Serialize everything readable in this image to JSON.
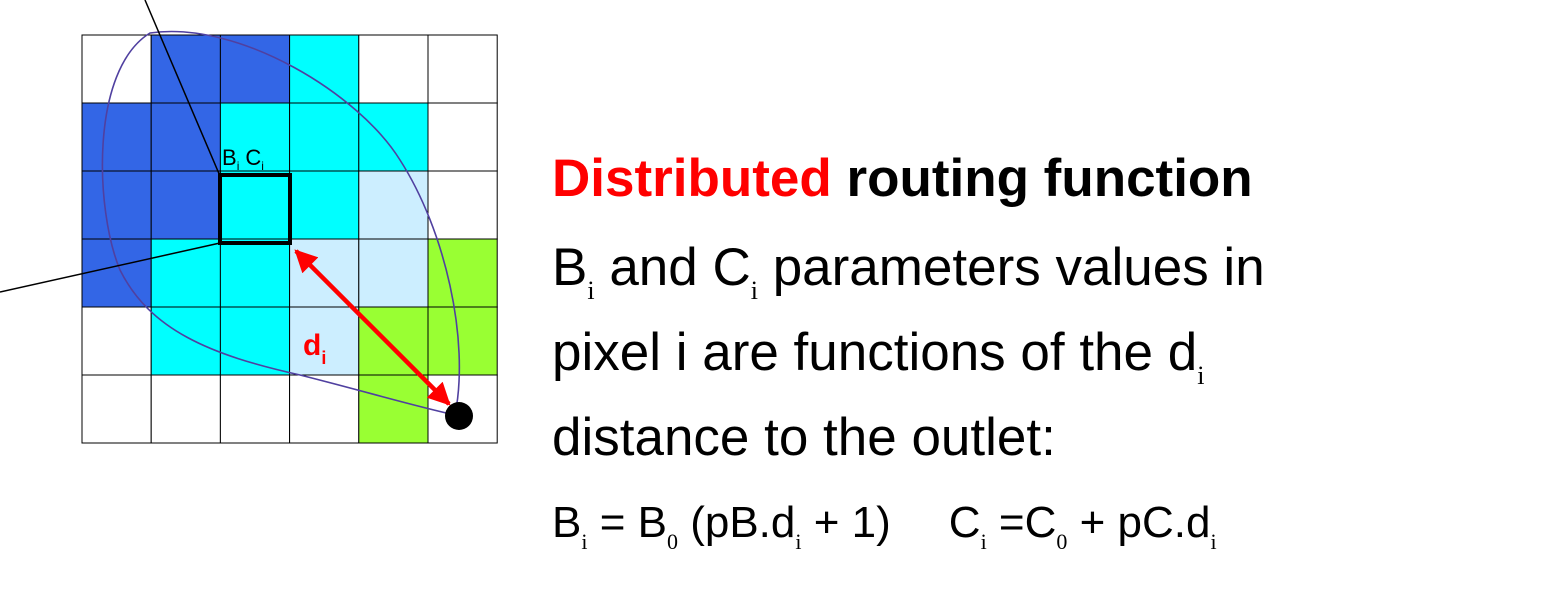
{
  "colors": {
    "dark_blue": "#3366e6",
    "cyan": "#00ffff",
    "light_blue": "#cceeff",
    "green": "#99ff33",
    "white": "#ffffff",
    "red": "#ff0000",
    "black": "#000000"
  },
  "grid": {
    "rows": 6,
    "cols": 6,
    "cells": [
      [
        "white",
        "dark_blue",
        "dark_blue",
        "cyan",
        "white",
        "white"
      ],
      [
        "dark_blue",
        "dark_blue",
        "cyan",
        "cyan",
        "cyan",
        "white"
      ],
      [
        "dark_blue",
        "dark_blue",
        "cyan",
        "cyan",
        "light_blue",
        "white"
      ],
      [
        "dark_blue",
        "cyan",
        "cyan",
        "light_blue",
        "light_blue",
        "green"
      ],
      [
        "white",
        "cyan",
        "cyan",
        "light_blue",
        "green",
        "green"
      ],
      [
        "white",
        "white",
        "white",
        "white",
        "green",
        "white"
      ]
    ],
    "highlight_cell": {
      "row": 2,
      "col": 2
    }
  },
  "cell_label": {
    "b": "B",
    "b_sub": "i",
    "c": "C",
    "c_sub": "i"
  },
  "distance_label": {
    "d": "d",
    "sub": "i"
  },
  "text": {
    "title_red": "Distributed",
    "title_rest": " routing function",
    "line2": {
      "b": "B",
      "b_sub": "i",
      "mid": " and C",
      "c_sub": "i",
      "rest": " parameters values in"
    },
    "line3": {
      "main": "pixel i are functions of the d",
      "sub": "i"
    },
    "line4": "distance to the outlet:",
    "formula_b": {
      "lhs": "B",
      "lhs_sub": "i",
      "eq": " = B",
      "b0_sub": "0",
      "mid": " (pB.d",
      "d_sub": "i",
      "end": " + 1)"
    },
    "formula_c": {
      "lhs": "C",
      "lhs_sub": "i",
      "eq": " =C",
      "c0_sub": "0",
      "mid": " + pC.d",
      "d_sub": "i"
    }
  }
}
